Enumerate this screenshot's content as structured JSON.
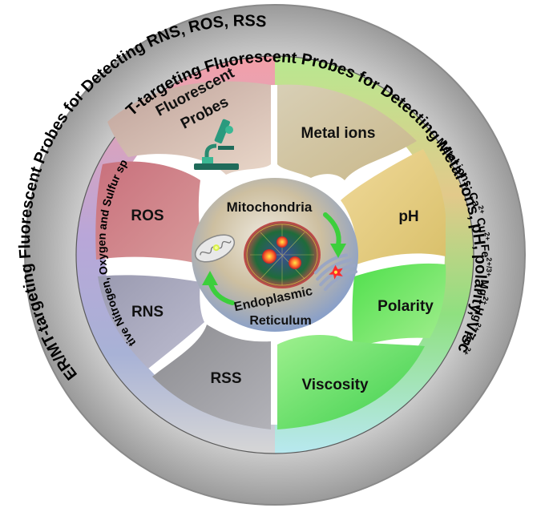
{
  "outer_ring": {
    "top_right": "ER/MT-targeting Fluorescent Probes for Detecting Metal ions, pH, polarity, Viscosity",
    "left": "ER/MT-targeting Fluorescent Probes for Detecting RNS, ROS, RSS"
  },
  "inner_band": {
    "left": "Reactive Nitrogen, Oxygen and Sulfur species",
    "right_prefix": "Metal ions: ",
    "ions": [
      {
        "base": "Ca",
        "charge": "2+"
      },
      {
        "base": "Cu",
        "charge": "2+"
      },
      {
        "base": "Fe",
        "charge": "2+/3+"
      },
      {
        "base": "Mg",
        "charge": "2+"
      },
      {
        "base": "Hg",
        "charge": "2+"
      },
      {
        "base": "Zn",
        "charge": "2+"
      }
    ]
  },
  "segments": {
    "probes_line1": "Fluorescent",
    "probes_line2": "Probes",
    "metal_ions": "Metal ions",
    "ph": "pH",
    "polarity": "Polarity",
    "viscosity": "Viscosity",
    "rss": "RSS",
    "rns": "RNS",
    "ros": "ROS"
  },
  "center": {
    "top": "Mitochondria",
    "bottom_line1": "Endoplasmic",
    "bottom_line2": "Reticulum"
  },
  "icons": [
    "microscope-icon",
    "mitochondrion-icon",
    "cell-icon",
    "endoplasmic-reticulum-icon"
  ]
}
